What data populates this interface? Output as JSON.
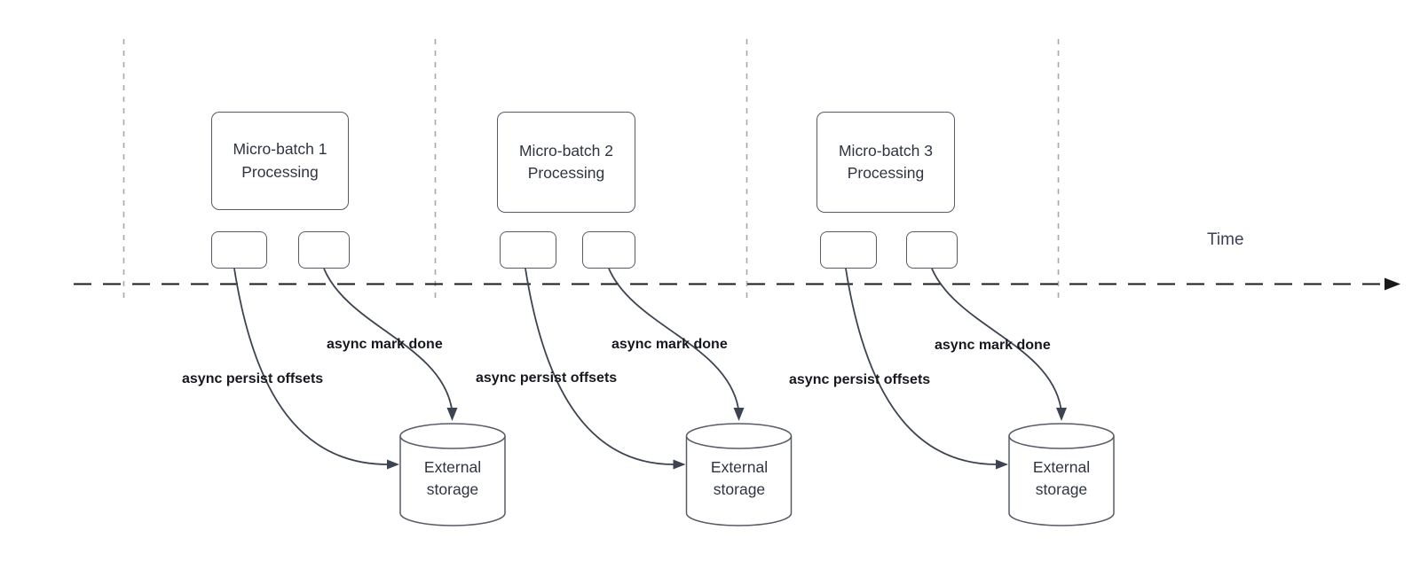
{
  "timeline": {
    "label": "Time"
  },
  "groups": [
    {
      "box_title": "Micro-batch 1\nProcessing",
      "persist_label": "async persist offsets",
      "done_label": "async mark done",
      "storage_label": "External\nstorage"
    },
    {
      "box_title": "Micro-batch 2\nProcessing",
      "persist_label": "async persist offsets",
      "done_label": "async mark done",
      "storage_label": "External\nstorage"
    },
    {
      "box_title": "Micro-batch 3\nProcessing",
      "persist_label": "async persist offsets",
      "done_label": "async mark done",
      "storage_label": "External\nstorage"
    }
  ],
  "colors": {
    "background": "#ffffff",
    "shape_stroke": "#565b66",
    "arrow": "#3d4451",
    "timeline": "#1a1a1a",
    "guide": "#a8a8a8",
    "shape_text": "#2e3440",
    "label_text": "#16181d"
  }
}
